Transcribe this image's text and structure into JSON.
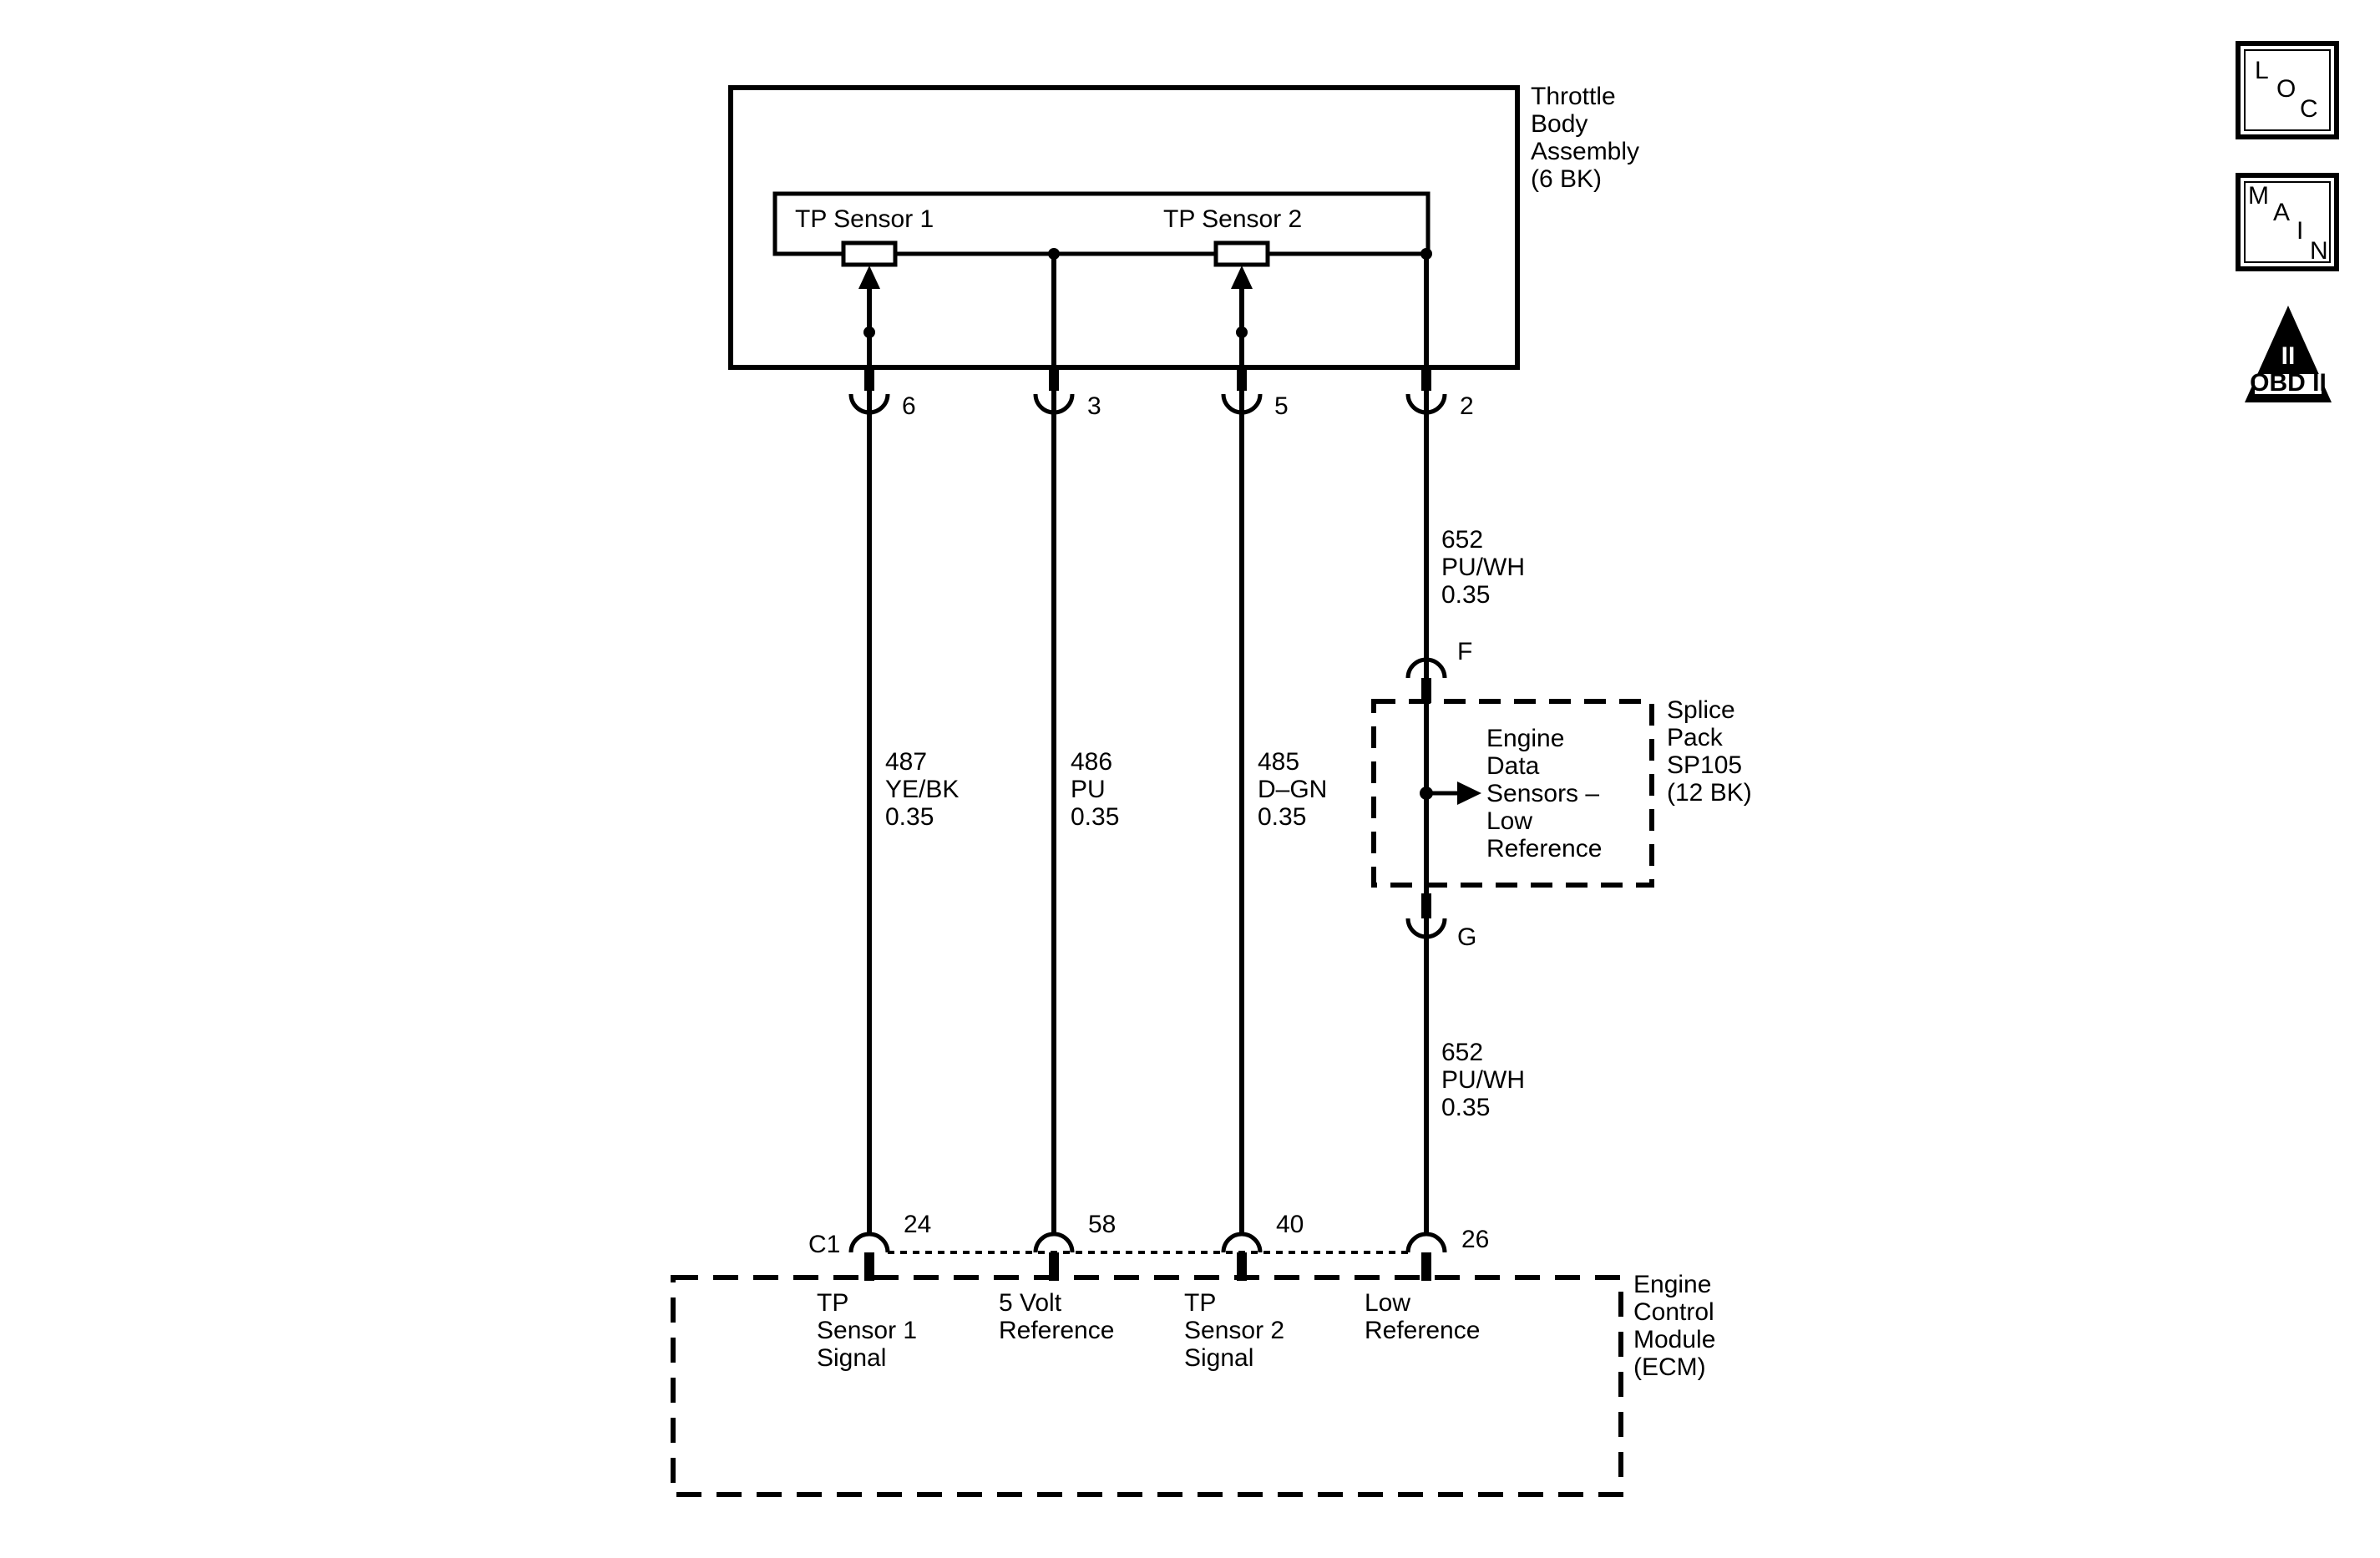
{
  "throttle_body": {
    "lines": [
      "Throttle",
      "Body",
      "Assembly",
      "(6 BK)"
    ],
    "sensor1_label": "TP Sensor 1",
    "sensor2_label": "TP Sensor 2"
  },
  "pins_top": [
    "6",
    "3",
    "5",
    "2"
  ],
  "wires": {
    "w487": [
      "487",
      "YE/BK",
      "0.35"
    ],
    "w486": [
      "486",
      "PU",
      "0.35"
    ],
    "w485": [
      "485",
      "D–GN",
      "0.35"
    ],
    "w652_upper": [
      "652",
      "PU/WH",
      "0.35"
    ],
    "w652_lower": [
      "652",
      "PU/WH",
      "0.35"
    ]
  },
  "splice_pack": {
    "connector_top": "F",
    "connector_bottom": "G",
    "lines": [
      "Splice",
      "Pack",
      "SP105",
      "(12 BK)"
    ],
    "ref_lines": [
      "Engine",
      "Data",
      "Sensors –",
      "Low",
      "Reference"
    ]
  },
  "ecm": {
    "connector": "C1",
    "pins": [
      "24",
      "58",
      "40",
      "26"
    ],
    "lines": [
      "Engine",
      "Control",
      "Module",
      "(ECM)"
    ],
    "terminals": {
      "t1": [
        "TP",
        "Sensor 1",
        "Signal"
      ],
      "t2": [
        "5 Volt",
        "Reference"
      ],
      "t3": [
        "TP",
        "Sensor 2",
        "Signal"
      ],
      "t4": [
        "Low",
        "Reference"
      ]
    }
  },
  "badges": {
    "loc": [
      "L",
      "O",
      "C"
    ],
    "main": [
      "M",
      "A",
      "I",
      "N"
    ],
    "obd_numeral": "II",
    "obd_label": "OBD II"
  }
}
